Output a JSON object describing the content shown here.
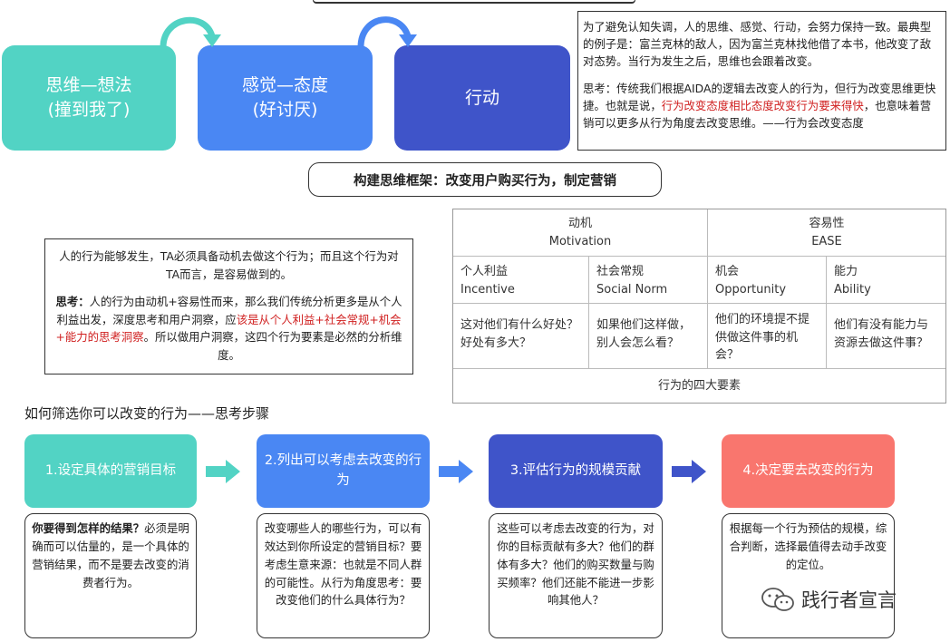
{
  "stages": [
    {
      "line1": "思维—想法",
      "line2": "(撞到我了)"
    },
    {
      "line1": "感觉—态度",
      "line2": "(好讨厌)"
    },
    {
      "line1": "行动",
      "line2": ""
    }
  ],
  "note_top": {
    "p1": "为了避免认知失调，人的思维、感觉、行动，会努力保持一致。最典型的例子是：富兰克林的敌人，因为富兰克林找他借了本书，他改变了敌对态势。当行为发生之后，思维也会跟着改变。",
    "p2_a": "思考：传统我们根据AIDA的逻辑去改变人的行为，但行为改变思维更快捷。也就是说，",
    "p2_red": "行为改变态度相比态度改变行为要来得快",
    "p2_b": "，也意味着营销可以更多从行为角度去改变思维。——行为会改变态度"
  },
  "framework_title": "构建思维框架：改变用户购买行为，制定营销",
  "note_mid": {
    "p1": "人的行为能够发生，TA必须具备动机去做这个行为；而且这个行为对TA而言，是容易做到的。",
    "p2_bold": "思考：",
    "p2_a": "人的行为由动机+容易性而来，那么我们传统分析更多是从个人利益出发，深度思考和用户洞察，应",
    "p2_red": "该是从个人利益+社会常规+机会+能力的思考洞察",
    "p2_b": "。所以做用户洞察，这四个行为要素是必然的分析维度。"
  },
  "table": {
    "header_left": {
      "cn": "动机",
      "en": "Motivation"
    },
    "header_right": {
      "cn": "容易性",
      "en": "EASE"
    },
    "factors": [
      {
        "cn": "个人利益",
        "en": "Incentive",
        "q": "这对他们有什么好处？好处有多大？"
      },
      {
        "cn": "社会常规",
        "en": "Social Norm",
        "q": "如果他们这样做，别人会怎么看？"
      },
      {
        "cn": "机会",
        "en": "Opportunity",
        "q": "他们的环境提不提供做这件事的机会？"
      },
      {
        "cn": "能力",
        "en": "Ability",
        "q": "他们有没有能力与资源去做这件事？"
      }
    ],
    "footer": "行为的四大要素"
  },
  "steps_title": "如何筛选你可以改变的行为——思考步骤",
  "steps": [
    {
      "label": "1.设定具体的营销目标",
      "desc_bold": "你要得到怎样的结果？",
      "desc": "必须是明确而可以估量的，是一个具体的营销结果，而不是要去改变的消费者行为。"
    },
    {
      "label": "2.列出可以考虑去改变的行为",
      "desc_bold": "",
      "desc": "改变哪些人的哪些行为，可以有效达到你所设定的营销目标？要考虑生意来源：也就是不同人群的可能性。从行为角度思考：要改变他们的什么具体行为？"
    },
    {
      "label": "3.评估行为的规模贡献",
      "desc_bold": "",
      "desc": "这些可以考虑去改变的行为，对你的目标贡献有多大？他们的群体有多大？他们的购买数量与购买频率？他们还能不能进一步影响其他人？"
    },
    {
      "label": "4.决定要去改变的行为",
      "desc_bold": "",
      "desc": "根据每一个行为预估的规模，综合判断，选择最值得去动手改变的定位。"
    }
  ],
  "watermark": "践行者宣言",
  "colors": {
    "teal": "#52d3c4",
    "blue": "#4a87f3",
    "indigo": "#3f54c9",
    "coral": "#f9766e",
    "red_text": "#d02020"
  }
}
